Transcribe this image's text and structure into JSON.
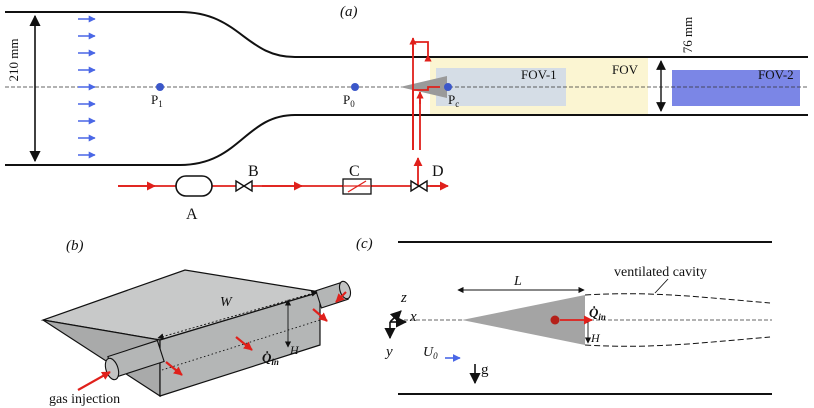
{
  "panel_a": {
    "label": "(a)",
    "height_label": "210 mm",
    "outlet_label": "76 mm",
    "fov_label": "FOV",
    "fov1_label": "FOV-1",
    "fov2_label": "FOV-2",
    "p1": {
      "main": "P",
      "sub": "1"
    },
    "p0": {
      "main": "P",
      "sub": "0"
    },
    "pc": {
      "main": "P",
      "sub": "c"
    },
    "component_a": "A",
    "component_b": "B",
    "component_c": "C",
    "component_d": "D"
  },
  "panel_b": {
    "label": "(b)",
    "width_label": "W",
    "height_label": "H",
    "flow_label": "Q̇",
    "flow_sub": "in",
    "injection_label": "gas injection"
  },
  "panel_c": {
    "label": "(c)",
    "length_label": "L",
    "cavity_label": "ventilated cavity",
    "flow_label": "Q̇",
    "flow_sub": "in",
    "height_label": "H",
    "axis_z": "z",
    "axis_x": "x",
    "axis_y": "y",
    "velocity_main": "U",
    "velocity_sub": "0",
    "gravity_label": "g"
  },
  "colors": {
    "line": "#111111",
    "red": "#e0201b",
    "blue": "#4a67e6",
    "probe": "#3b57c9",
    "fov_yellow": "#fbf5d2",
    "fov1_gray": "#d5dde6",
    "fov2_blue": "#7b86e6",
    "wedge_gray": "#a4a4a4",
    "box_gray": "#b4b6b6",
    "box_top": "#c8c9c9"
  }
}
